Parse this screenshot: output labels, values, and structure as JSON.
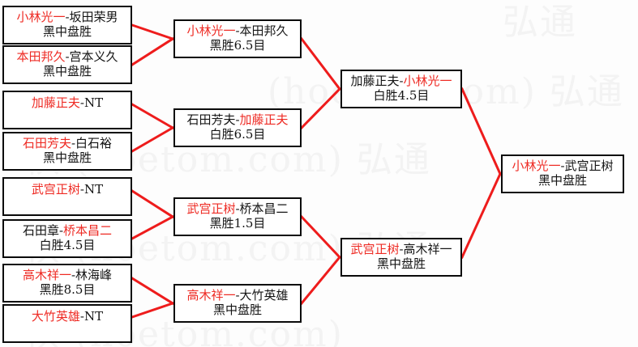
{
  "meta": {
    "title": "围棋淘汰赛对阵表",
    "accent_win_color": "#ee2b24",
    "text_color": "#141414",
    "line_color": "#ee1c1c",
    "box_border_color": "#0a0a0a",
    "background_color": "#fdfdfd",
    "watermark_color": "#f3f3f3"
  },
  "watermark": {
    "text_cn": "弘通",
    "text_en": "棋 (hoetom.com)",
    "rows": [
      "弘通",
      "(hoetom.com)  弘通",
      "棋 (hoetom.com)  弘通",
      "棋 (hoetom.com)  弘通",
      "棋 (hoetom.com)"
    ]
  },
  "round1": [
    {
      "winner": "小林光一",
      "dash": "-",
      "loser": "坂田荣男",
      "result": "黑中盘胜",
      "single_line": false
    },
    {
      "winner": "本田邦久",
      "dash": "-",
      "loser": "宫本义久",
      "result": "黑中盘胜",
      "single_line": false
    },
    {
      "winner": "加藤正夫",
      "dash": "-",
      "loser": "NT",
      "result": "",
      "single_line": true
    },
    {
      "winner": "石田芳夫",
      "dash": "-",
      "loser": "白石裕",
      "result": "黑中盘胜",
      "single_line": false
    },
    {
      "winner": "武宫正树",
      "dash": "-",
      "loser": "NT",
      "result": "",
      "single_line": true
    },
    {
      "winner": "桥本昌二",
      "dash": "-",
      "loser": "石田章",
      "result": "白胜4.5目",
      "single_line": false,
      "winner_first": false
    },
    {
      "winner": "高木祥一",
      "dash": "-",
      "loser": "林海峰",
      "result": "黑胜8.5目",
      "single_line": false
    },
    {
      "winner": "大竹英雄",
      "dash": "-",
      "loser": "NT",
      "result": "",
      "single_line": true
    }
  ],
  "round2": [
    {
      "winner": "小林光一",
      "dash": "-",
      "loser": "本田邦久",
      "result": "黑胜6.5目",
      "winner_first": true
    },
    {
      "winner": "加藤正夫",
      "dash": "-",
      "loser": "石田芳夫",
      "result": "白胜6.5目",
      "winner_first": false
    },
    {
      "winner": "武宫正树",
      "dash": "-",
      "loser": "桥本昌二",
      "result": "黑胜1.5目",
      "winner_first": true
    },
    {
      "winner": "高木祥一",
      "dash": "-",
      "loser": "大竹英雄",
      "result": "黑中盘胜",
      "winner_first": true
    }
  ],
  "round3": [
    {
      "winner": "小林光一",
      "dash": "-",
      "loser": "加藤正夫",
      "result": "白胜4.5目",
      "winner_first": false
    },
    {
      "winner": "武宫正树",
      "dash": "-",
      "loser": "高木祥一",
      "result": "黑中盘胜",
      "winner_first": true
    }
  ],
  "final": [
    {
      "winner": "小林光一",
      "dash": "-",
      "loser": "武宫正树",
      "result": "黑中盘胜",
      "winner_first": true
    }
  ]
}
